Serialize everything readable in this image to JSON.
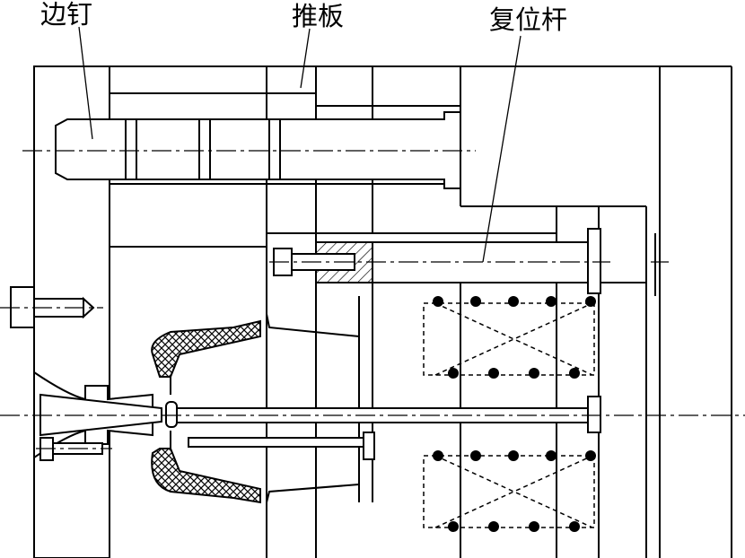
{
  "labels": {
    "side_pin": "边钉",
    "push_plate": "推板",
    "return_pin": "复位杆"
  },
  "colors": {
    "line": "#000000",
    "background": "#ffffff"
  }
}
